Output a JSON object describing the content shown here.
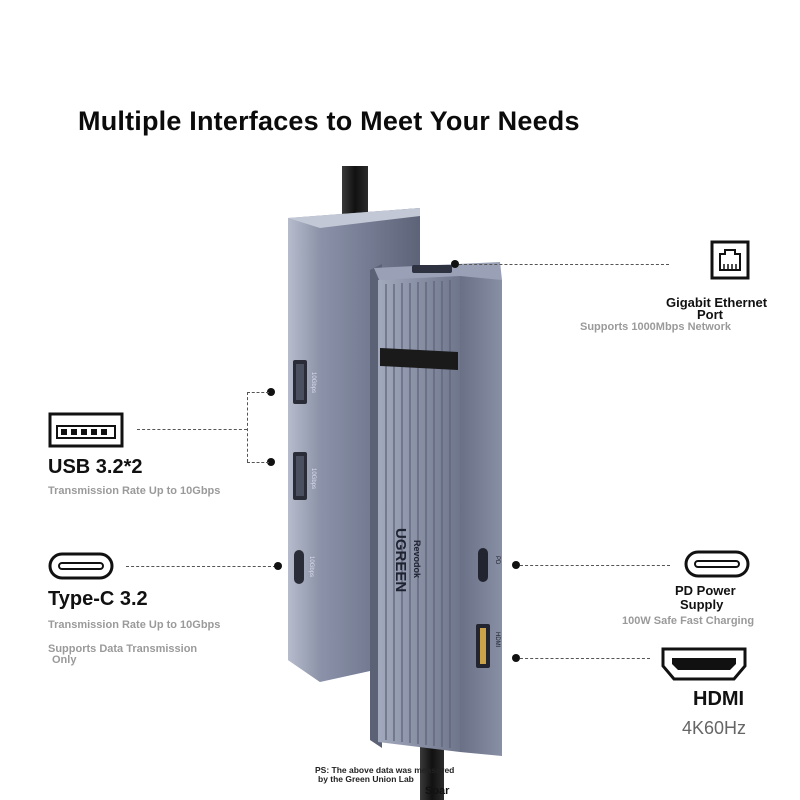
{
  "title": "Multiple Interfaces to Meet Your Needs",
  "product": {
    "brand": "UGREEN",
    "model": "Revodok",
    "port_labels": {
      "usb_a": "10Gbps",
      "usb_c": "10Gbps",
      "pd": "PD",
      "hdmi": "HDMI"
    }
  },
  "features": {
    "usb_a": {
      "name": "USB 3.2*2",
      "desc": "Transmission Rate Up to 10Gbps",
      "icon": "usb-a-icon"
    },
    "usb_c": {
      "name": "Type-C 3.2",
      "desc": "Transmission Rate Up to 10Gbps",
      "note_line1": "Supports Data Transmission",
      "note_line2": "Only",
      "icon": "usb-c-icon"
    },
    "ethernet": {
      "name_line1": "Gigabit Ethernet",
      "name_line2": "Port",
      "desc": "Supports 1000Mbps Network",
      "icon": "ethernet-port-icon"
    },
    "pd": {
      "name_line1": "PD Power",
      "name_line2": "Supply",
      "desc": "100W Safe Fast Charging",
      "icon": "usb-c-icon"
    },
    "hdmi": {
      "name": "HDMI",
      "desc": "4K60Hz",
      "icon": "hdmi-port-icon"
    }
  },
  "footnote": {
    "line1": "PS: The above data was measured",
    "line2": "by the Green Union Lab",
    "line3": "Soar"
  },
  "colors": {
    "hub_body": "#7d859e",
    "hub_dark": "#4e5468",
    "hub_light": "#a6adc2",
    "cable": "#1e1e1e"
  }
}
